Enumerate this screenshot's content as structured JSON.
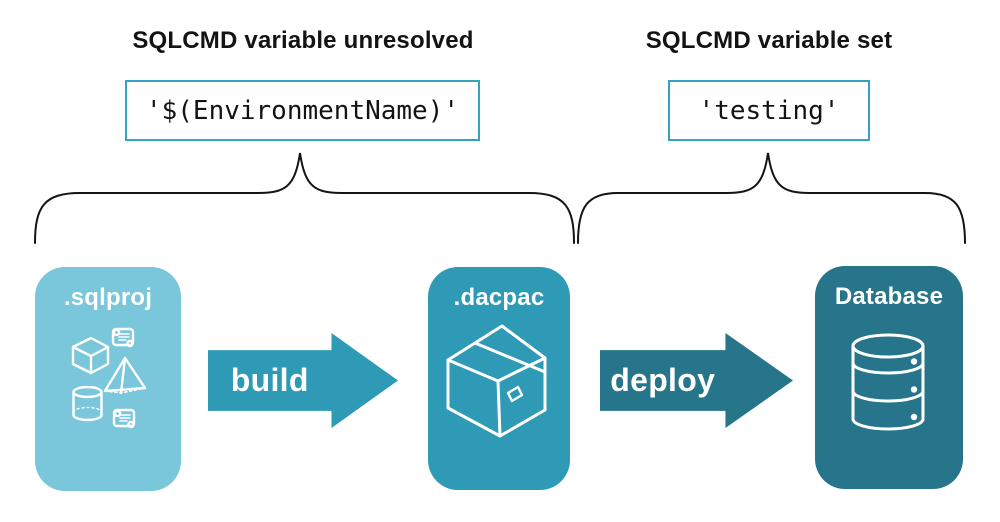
{
  "annotations": {
    "unresolved": {
      "title": "SQLCMD variable unresolved",
      "code": "'$(EnvironmentName)'"
    },
    "set": {
      "title": "SQLCMD variable set",
      "code": "'testing'"
    }
  },
  "stages": [
    {
      "label": ".sqlproj",
      "color": "#7ac6db",
      "icon": "sql-objects-icon"
    },
    {
      "label": ".dacpac",
      "color": "#2e9ab5",
      "icon": "package-icon"
    },
    {
      "label": "Database",
      "color": "#26758a",
      "icon": "database-icon"
    }
  ],
  "arrows": [
    {
      "label": "build",
      "color": "#2e9ab5"
    },
    {
      "label": "deploy",
      "color": "#26758a"
    }
  ],
  "colors": {
    "code_box_border": "#34a3c0",
    "brace_stroke": "#141414",
    "title_text": "#131313",
    "icon_stroke": "#ffffff"
  }
}
